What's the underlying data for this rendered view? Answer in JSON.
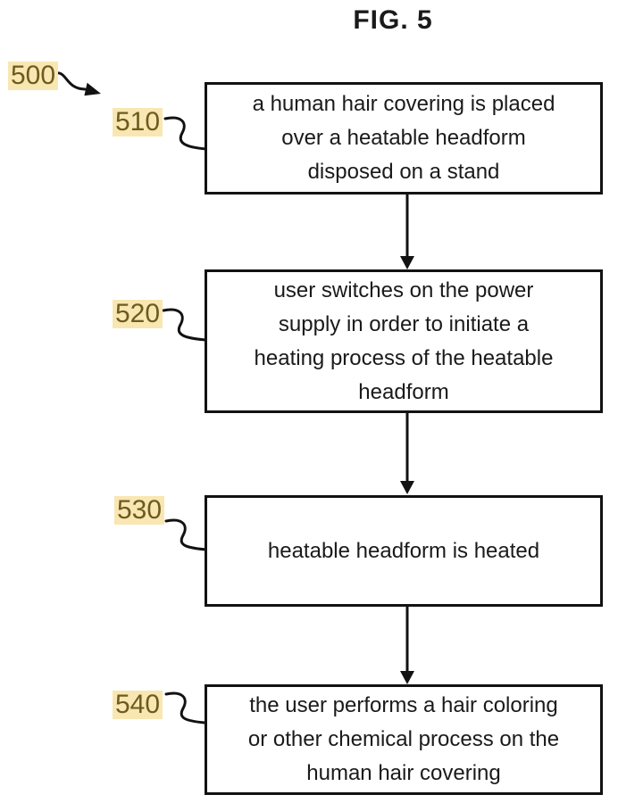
{
  "figure": {
    "title": "FIG. 5",
    "reference_label": "500",
    "colors": {
      "label_text": "#6e5b1d",
      "label_highlight": "#f8e7b2",
      "line": "#121212",
      "box_text": "#1a1a1a",
      "background": "#ffffff"
    },
    "steps": [
      {
        "label": "510",
        "text": "a human hair covering is placed\nover a heatable headform\ndisposed on a stand"
      },
      {
        "label": "520",
        "text": "user switches on the power\nsupply in order to initiate a\nheating process of the heatable\nheadform"
      },
      {
        "label": "530",
        "text": "heatable headform is heated"
      },
      {
        "label": "540",
        "text": "the user performs a hair coloring\nor other chemical process on the\nhuman hair covering"
      }
    ]
  }
}
